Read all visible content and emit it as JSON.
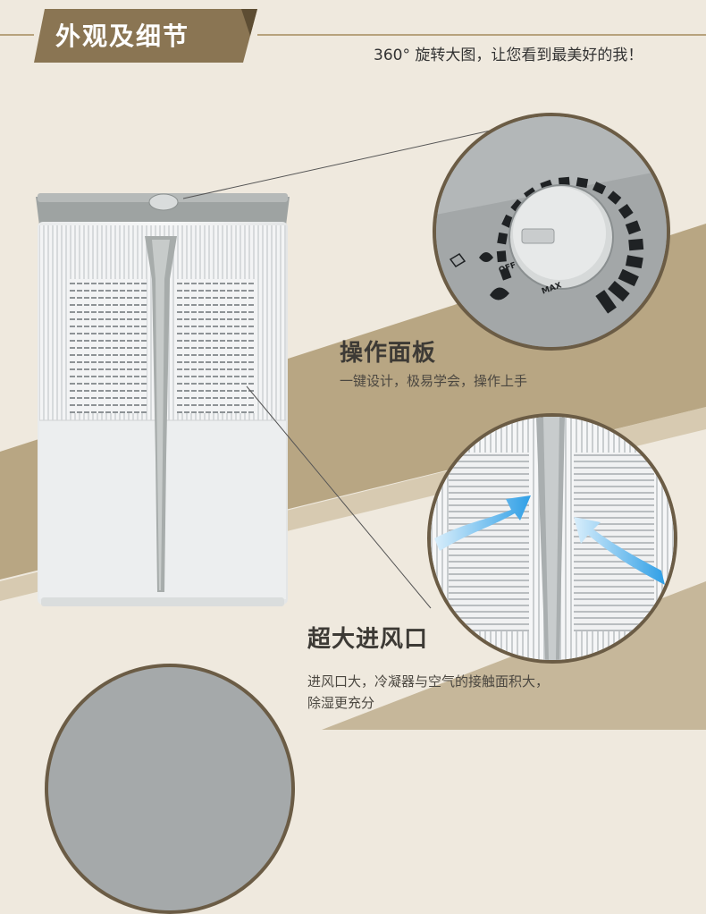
{
  "section": {
    "title": "外观及细节",
    "subtitle": "360°  旋转大图，让您看到最美好的我！"
  },
  "features": [
    {
      "title": "操作面板",
      "description": "一键设计，极易学会，操作上手"
    },
    {
      "title": "超大进风口",
      "description_line1": "进风口大，冷凝器与空气的接触面积大，",
      "description_line2": "除湿更充分"
    }
  ],
  "dial": {
    "off_label": "OFF",
    "max_label": "MAX"
  },
  "colors": {
    "accent": "#8a7553",
    "band": "#b4a17d",
    "background": "#efe9de",
    "device_gray": "#a9adab",
    "arrow_blue": "#3da7e8"
  }
}
